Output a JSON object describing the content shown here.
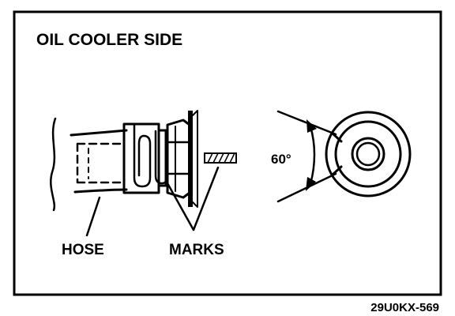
{
  "diagram": {
    "title": "OIL COOLER SIDE",
    "labels": {
      "hose": "HOSE",
      "marks": "MARKS",
      "angle": "60°"
    },
    "figure_code": "29U0KX-569"
  }
}
